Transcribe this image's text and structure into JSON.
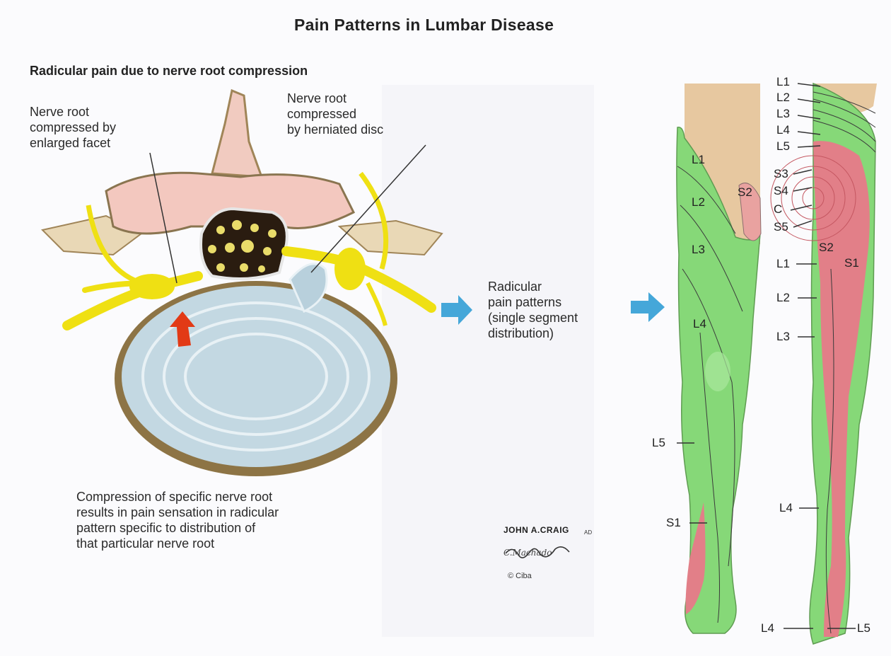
{
  "title": "Pain Patterns in Lumbar Disease",
  "subtitle": "Radicular pain due to nerve root compression",
  "callouts": {
    "facet": "Nerve root\ncompressed by\nenlarged facet",
    "disc": "Nerve root\ncompressed\nby herniated disc",
    "patterns": "Radicular\npain patterns\n(single segment\ndistribution)",
    "caption": "Compression of specific nerve root\nresults in pain sensation in radicular\npattern specific to distribution of\nthat particular nerve root"
  },
  "signature": {
    "artist": "JOHN A.CRAIG",
    "suffix": "AD",
    "script": "C.Machado",
    "copyright": "© Ciba"
  },
  "front_leg_labels": [
    "L1",
    "L2",
    "L3",
    "L4",
    "L5",
    "S1",
    "S2"
  ],
  "back_leg_labels": {
    "top": [
      "L1",
      "L2",
      "L3",
      "L4",
      "L5"
    ],
    "sacral": [
      "S3",
      "S4",
      "C",
      "S5"
    ],
    "inner": [
      "S2",
      "S1"
    ],
    "left": [
      "L1",
      "L2",
      "L3",
      "L4"
    ],
    "foot": [
      "L4",
      "L5"
    ]
  },
  "colors": {
    "green_dermatome": "#86d878",
    "red_dermatome": "#e27f88",
    "nerve": "#efe013",
    "arrow": "#45a7d9",
    "disc": "#c3d8e2"
  }
}
